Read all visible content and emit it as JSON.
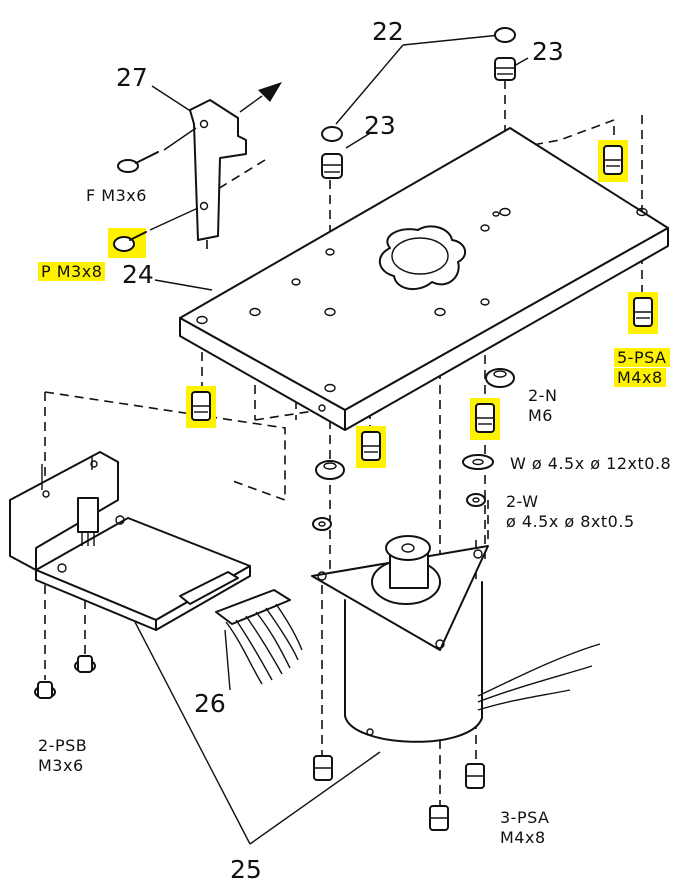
{
  "callouts": {
    "c22": "22",
    "c23a": "23",
    "c23b": "23",
    "c24": "24",
    "c25": "25",
    "c26": "26",
    "c27": "27"
  },
  "labels": {
    "fm3x6": "F M3x6",
    "pm3x8": "P M3x8",
    "psa5_line1": "5-PSA",
    "psa5_line2": "M4x8",
    "n2_line1": "2-N",
    "n2_line2": "M6",
    "washer_w": "W ø 4.5x ø 12xt0.8",
    "washer_2w_line1": "2-W",
    "washer_2w_line2": "ø 4.5x ø 8xt0.5",
    "psb2_line1": "2-PSB",
    "psb2_line2": "M3x6",
    "psa3_line1": "3-PSA",
    "psa3_line2": "M4x8"
  },
  "highlight_color": "#fff200"
}
